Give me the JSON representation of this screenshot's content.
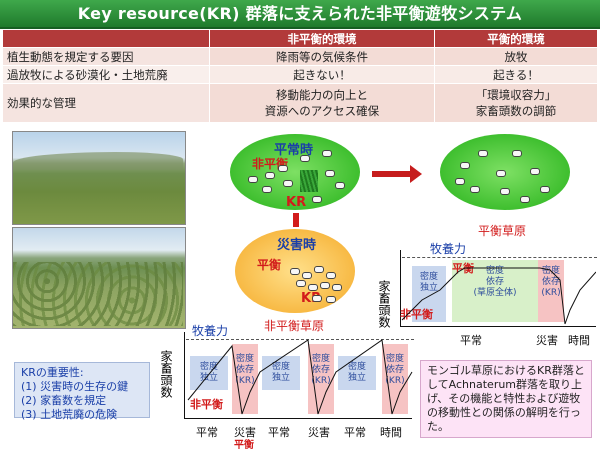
{
  "title": "Key resource(KR) 群落に支えられた非平衡遊牧システム",
  "table": {
    "headers": [
      "",
      "非平衡的環境",
      "平衡的環境"
    ],
    "rows": [
      {
        "label": "植生動態を規定する要因",
        "nonequilibrium": "降雨等の気候条件",
        "equilibrium": "放牧"
      },
      {
        "label": "過放牧による砂漠化・土地荒廃",
        "nonequilibrium": "起きない！",
        "equilibrium": "起きる！"
      },
      {
        "label": "効果的な管理",
        "nonequilibrium_line1": "移動能力の向上と",
        "nonequilibrium_line2": "資源へのアクセス確保",
        "equilibrium_line1": "「環境収容力」",
        "equilibrium_line2": "家畜頭数の調節"
      }
    ]
  },
  "diagram": {
    "normal_time": "平常時",
    "nonequilibrium": "非平衡",
    "kr": "KR",
    "disaster_time": "災害時",
    "equilibrium": "平衡",
    "kr_bottom": "KR",
    "nonequilibrium_grassland": "非平衡草原",
    "equilibrium_grassland": "平衡草原"
  },
  "small_graph": {
    "capacity": "牧養力",
    "ylabel": "家畜頭数",
    "eq_label": "平衡",
    "noneq_label": "非平衡",
    "box1": [
      "密度",
      "独立"
    ],
    "box2": [
      "密度",
      "依存",
      "(草原全体)"
    ],
    "box3": [
      "密度",
      "依存",
      "(KR)"
    ],
    "x_normal": "平常",
    "x_disaster": "災害",
    "x_time": "時間"
  },
  "big_graph": {
    "capacity": "牧養力",
    "ylabel": "家畜頭数",
    "noneq_label": "非平衡",
    "indep": [
      "密度",
      "独立"
    ],
    "dep": [
      "密度",
      "依存",
      "(KR)"
    ],
    "x_labels": [
      "平常",
      "災害",
      "平常",
      "災害",
      "平常",
      "時間"
    ],
    "x_sub": "平衡"
  },
  "kr_box": {
    "heading": "KRの重要性:",
    "items": [
      "(1)  災害時の生存の鍵",
      "(2)  家畜数を規定",
      "(3)  土地荒廃の危険"
    ]
  },
  "mongol_box": {
    "text": "モンゴル草原におけるKR群落としてAchnaterum群落を取り上げ、その機能と特性および遊牧の移動性との関係の解明を行った。"
  },
  "colors": {
    "title_green": "#2e8f3b",
    "header_red": "#b23a3a",
    "accent_red": "#d21b1b",
    "accent_blue": "#1a3fa8"
  }
}
